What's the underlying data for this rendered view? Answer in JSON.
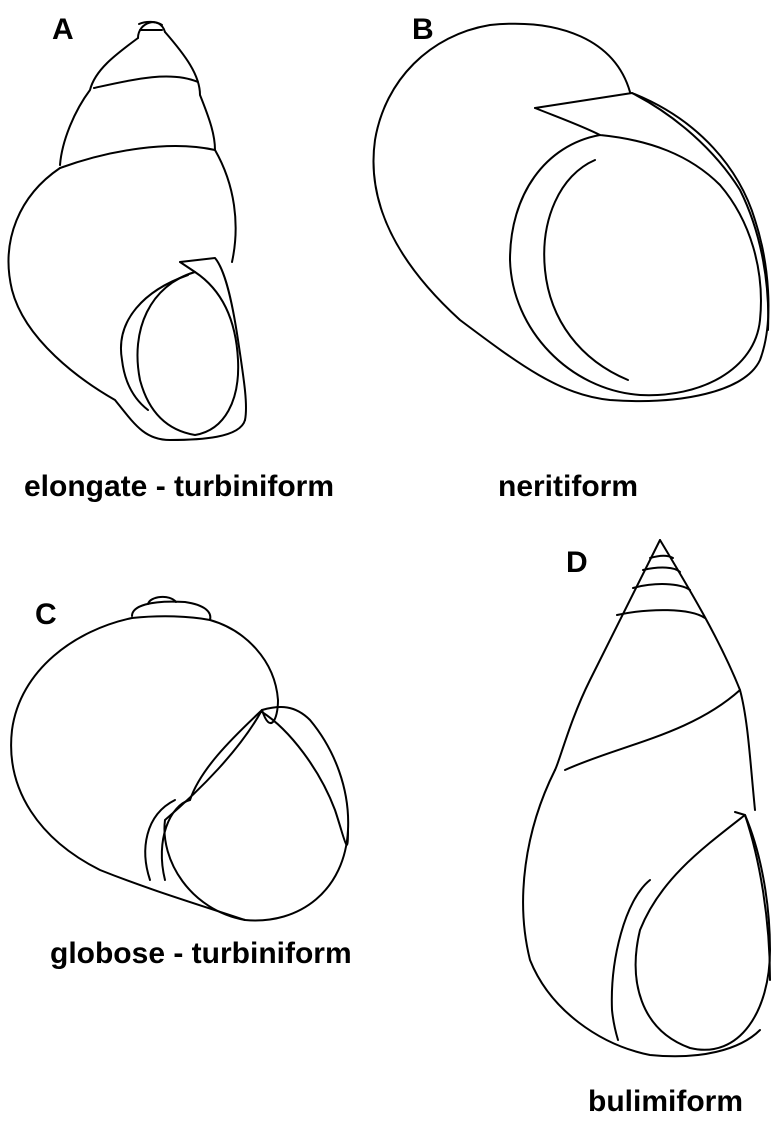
{
  "panels": [
    {
      "letter": "A",
      "caption": "elongate - turbiniform"
    },
    {
      "letter": "B",
      "caption": "neritiform"
    },
    {
      "letter": "C",
      "caption": "globose - turbiniform"
    },
    {
      "letter": "D",
      "caption": "bulimiform"
    }
  ],
  "colors": {
    "background": "#ffffff",
    "ink": "#000000"
  }
}
